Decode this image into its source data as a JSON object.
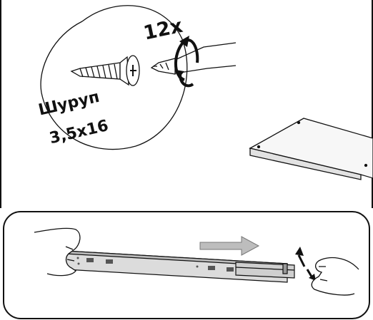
{
  "callout": {
    "quantity": "12x",
    "part_name": "Шуруп",
    "part_size": "3,5x16"
  },
  "colors": {
    "line": "#111111",
    "rail_fill": "#d8d8d8",
    "rail_dark": "#9a9a9a",
    "arrow_fill": "#bdbdbd",
    "panel_fill": "#f2f2f2",
    "page_bg": "#ffffff"
  },
  "icons": [
    "screw-icon",
    "screwdriver-icon",
    "rotation-arrow-icon",
    "slide-direction-arrow-icon",
    "hand-icon"
  ]
}
